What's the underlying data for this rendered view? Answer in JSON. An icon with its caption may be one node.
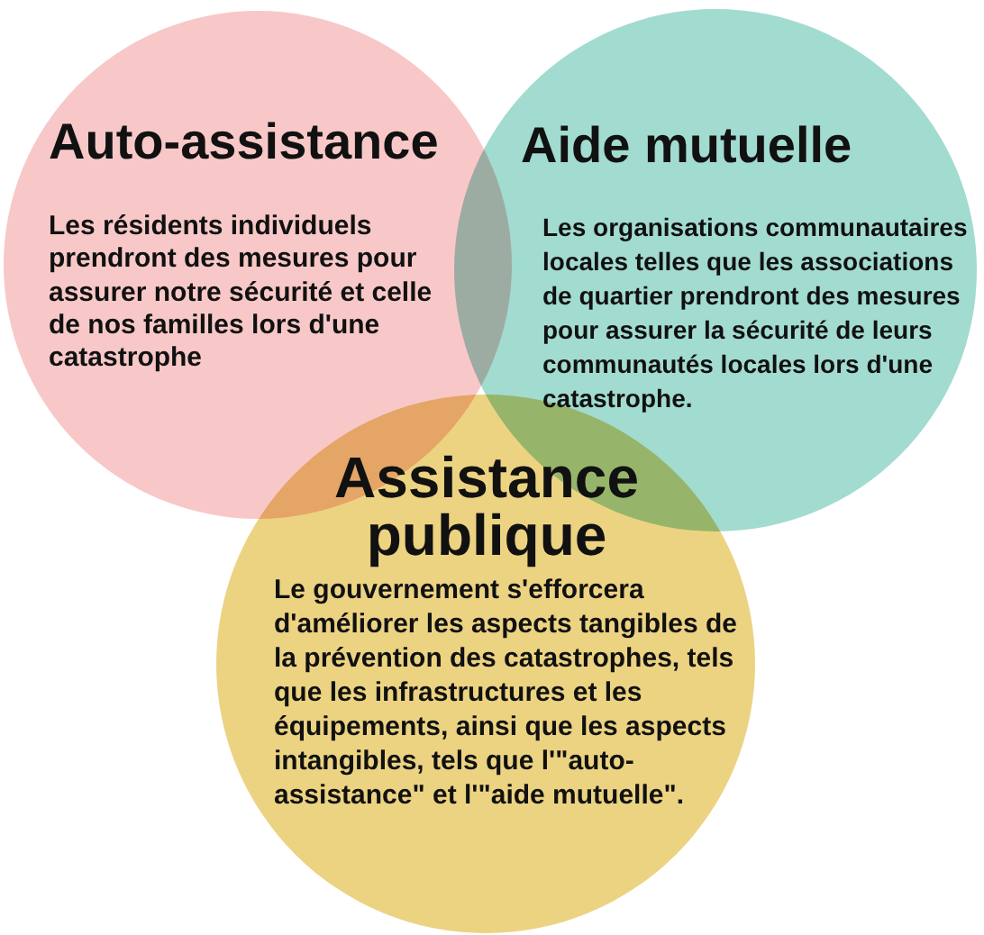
{
  "diagram": {
    "nodes": [
      {
        "text": [
          "Auto-assistance",
          "Les résidents individuels prendront des mesures pour assurer notre sécurité et celle de nos familles lors d'une catastrophe"
        ]
      },
      {
        "text": [
          "Aide mutuelle",
          "Les organisations communautaires locales telles que les associations de quartier prendront des mesures pour assurer la sécurité de leurs communautés locales lors d'une catastrophe."
        ]
      },
      {
        "text": [
          "Assistance publique",
          "Le gouvernement s'efforcera d'améliorer les aspects tangibles de la prévention des catastrophes, tels que les infrastructures et les équipements, ainsi que les aspects intangibles, tels que l'\"auto-assistance\" et l'\"aide mutuelle\"."
        ]
      }
    ]
  }
}
